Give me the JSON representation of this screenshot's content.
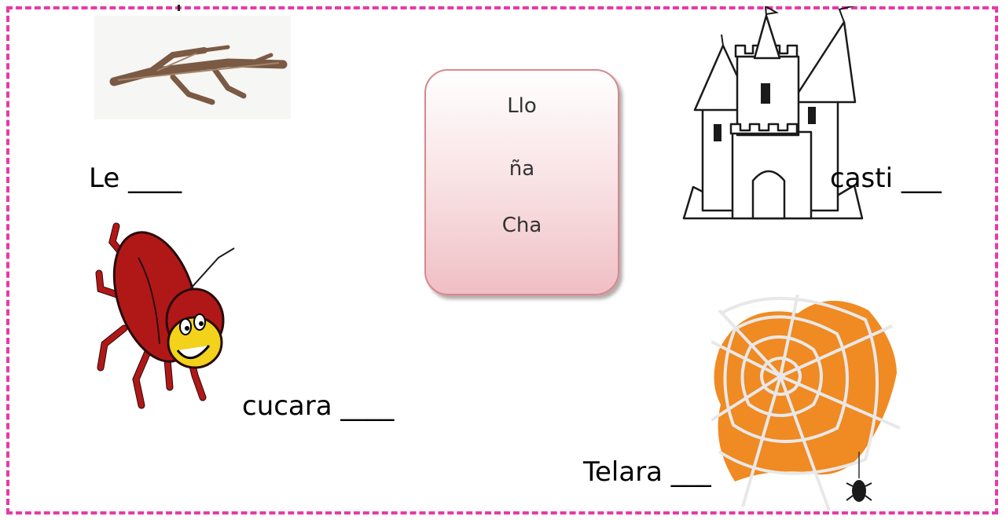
{
  "syllable_box": {
    "items": [
      "Llo",
      "ña",
      "Cha"
    ]
  },
  "words": {
    "wood": "Le ____",
    "castle": "casti ___",
    "cockroach": "cucara ____",
    "web": "Telara ___"
  },
  "colors": {
    "border": "#e63aa8",
    "box_border": "#d8878e",
    "box_fill": "#f3c9cd",
    "spider_body": "#b01818",
    "web_fill": "#f08a22"
  }
}
